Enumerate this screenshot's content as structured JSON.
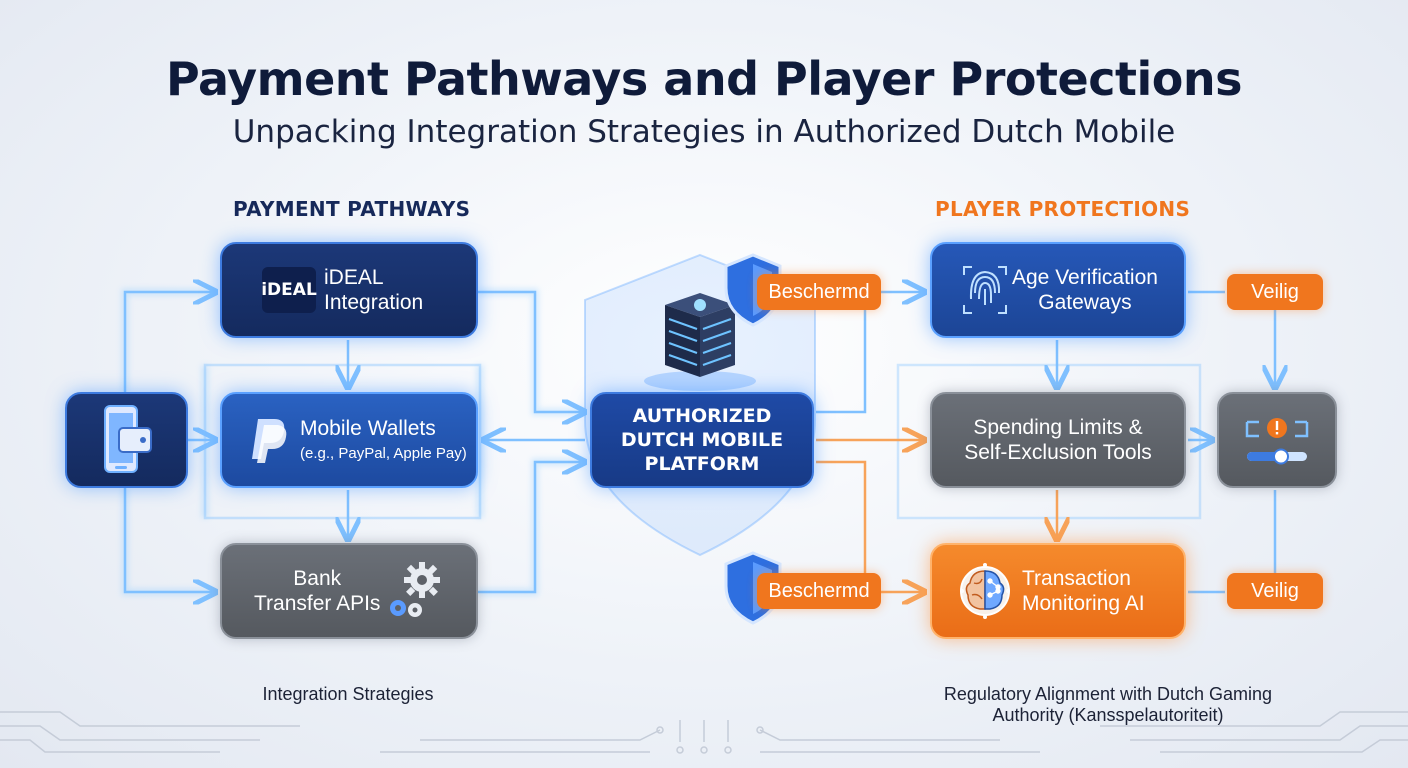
{
  "title": "Payment Pathways and Player Protections",
  "subtitle": "Unpacking Integration Strategies in Authorized Dutch Mobile",
  "left_section": {
    "heading": "PAYMENT PATHWAYS",
    "caption": "Integration Strategies",
    "ideal": {
      "logo": "iDEAL",
      "line1": "iDEAL",
      "line2": "Integration"
    },
    "wallets": {
      "line1": "Mobile Wallets",
      "line2": "(e.g., PayPal, Apple Pay)"
    },
    "bank": {
      "line1": "Bank",
      "line2": "Transfer APIs"
    }
  },
  "center": {
    "line1": "AUTHORIZED",
    "line2": "DUTCH MOBILE",
    "line3": "PLATFORM"
  },
  "right_section": {
    "heading": "PLAYER PROTECTIONS",
    "caption_line1": "Regulatory Alignment with Dutch Gaming",
    "caption_line2": "Authority (Kansspelautoriteit)",
    "age": {
      "line1": "Age Verification",
      "line2": "Gateways"
    },
    "limits": {
      "line1": "Spending Limits &",
      "line2": "Self-Exclusion Tools"
    },
    "monitoring": {
      "line1": "Transaction",
      "line2": "Monitoring AI"
    }
  },
  "badges": {
    "protected_top": "Beschermd",
    "protected_bottom": "Beschermd",
    "safe_top": "Veilig",
    "safe_bottom": "Veilig"
  },
  "colors": {
    "navy": "#142a5e",
    "blue": "#1d4aa0",
    "gray": "#55595f",
    "orange": "#f0761e",
    "wire_blue": "#7fc0ff",
    "wire_orange": "#f7a35a"
  },
  "icons": [
    "mobile-wallet-icon",
    "ideal-logo-icon",
    "paypal-icon",
    "gear-icon",
    "shield-icon",
    "server-stack-icon",
    "fingerprint-icon",
    "brain-ai-icon",
    "alert-slider-icon"
  ]
}
